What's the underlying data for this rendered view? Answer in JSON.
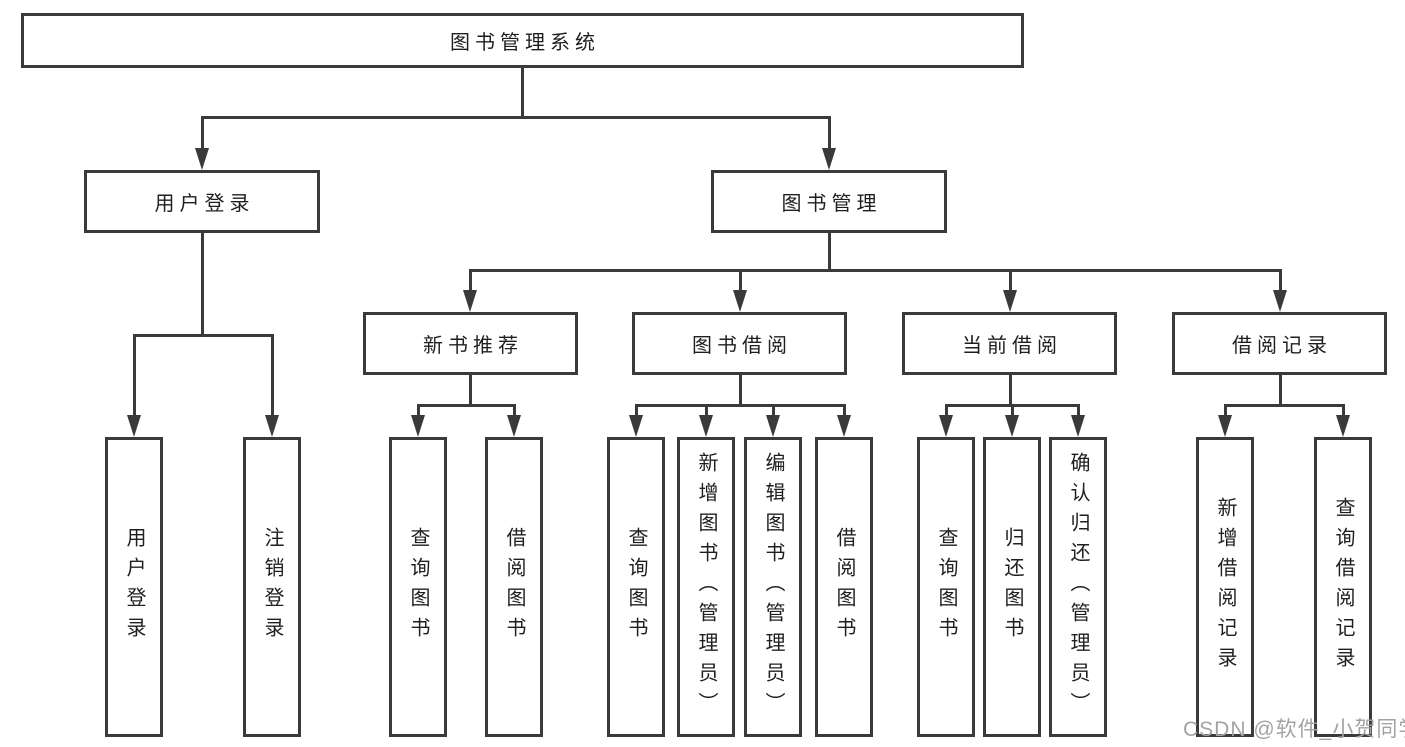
{
  "colors": {
    "line": "#3a3a3a",
    "text": "#1f1f1f",
    "background": "#ffffff",
    "watermark": "#a3a3a3"
  },
  "diagram": {
    "root": {
      "label": "图书管理系统"
    },
    "level2": [
      {
        "label": "用户登录"
      },
      {
        "label": "图书管理"
      }
    ],
    "level3": [
      {
        "label": "新书推荐"
      },
      {
        "label": "图书借阅"
      },
      {
        "label": "当前借阅"
      },
      {
        "label": "借阅记录"
      }
    ],
    "leaves": {
      "user_login": [
        "用户登录",
        "注销登录"
      ],
      "new_book_recommend": [
        "查询图书",
        "借阅图书"
      ],
      "book_borrow": [
        "查询图书",
        "新增图书（管理员）",
        "编辑图书（管理员）",
        "借阅图书"
      ],
      "current_borrow": [
        "查询图书",
        "归还图书",
        "确认归还（管理员）"
      ],
      "borrow_records": [
        "新增借阅记录",
        "查询借阅记录"
      ]
    }
  },
  "watermark": {
    "text": "CSDN @软件_小贺同学"
  }
}
